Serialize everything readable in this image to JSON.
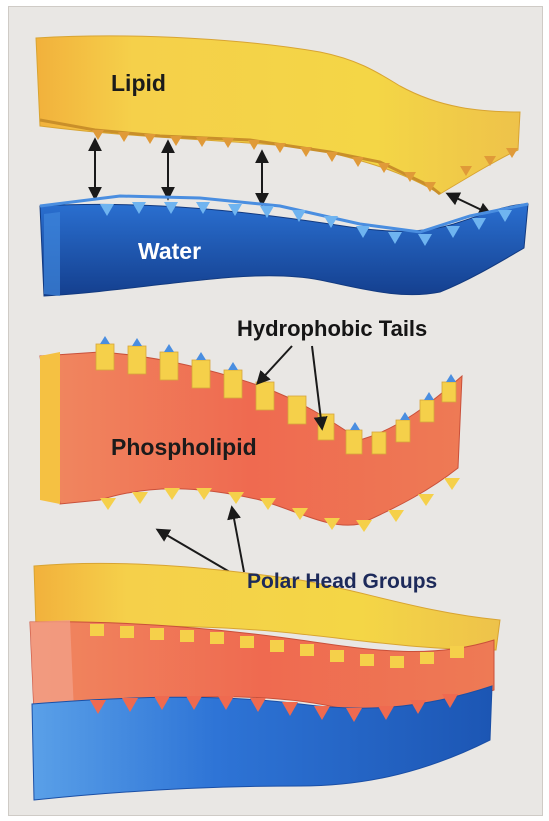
{
  "labels": {
    "lipid": "Lipid",
    "water": "Water",
    "tails": "Hydrophobic Tails",
    "phospholipid": "Phospholipid",
    "heads": "Polar Head Groups"
  },
  "colors": {
    "lipid_yellow": "#f3d23a",
    "lipid_orange": "#f0a13a",
    "water_blue": "#1b57b8",
    "water_light": "#5fa2e6",
    "phospholipid_salmon": "#ef6a50",
    "background": "#e9e7e4",
    "arrow": "#1a1a1a"
  },
  "icons": [
    "double-headed-arrow-icon",
    "pointer-arrow-icon"
  ]
}
